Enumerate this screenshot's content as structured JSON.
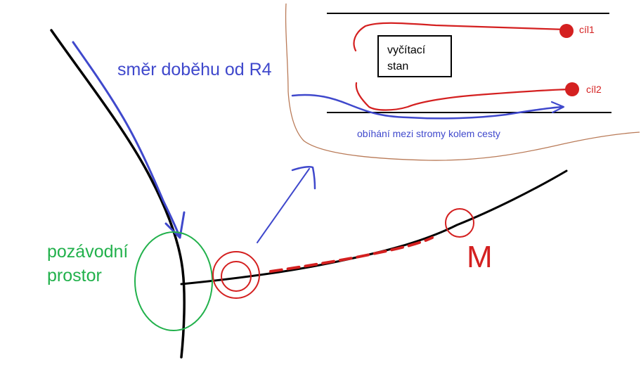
{
  "labels": {
    "runoff_direction": "směr doběhu od R4",
    "prestart_area_line1": "pozávodní",
    "prestart_area_line2": "prostor",
    "marker_m": "M",
    "reading_tent_line1": "vyčítací",
    "reading_tent_line2": "stan",
    "finish1": "cíl1",
    "finish2": "cíl2",
    "around_trees": "obíhání mezi stromy kolem cesty"
  },
  "colors": {
    "black": "#000000",
    "blue": "#3f48cc",
    "red": "#d42020",
    "green": "#22b14c",
    "brown": "#b97a57"
  }
}
